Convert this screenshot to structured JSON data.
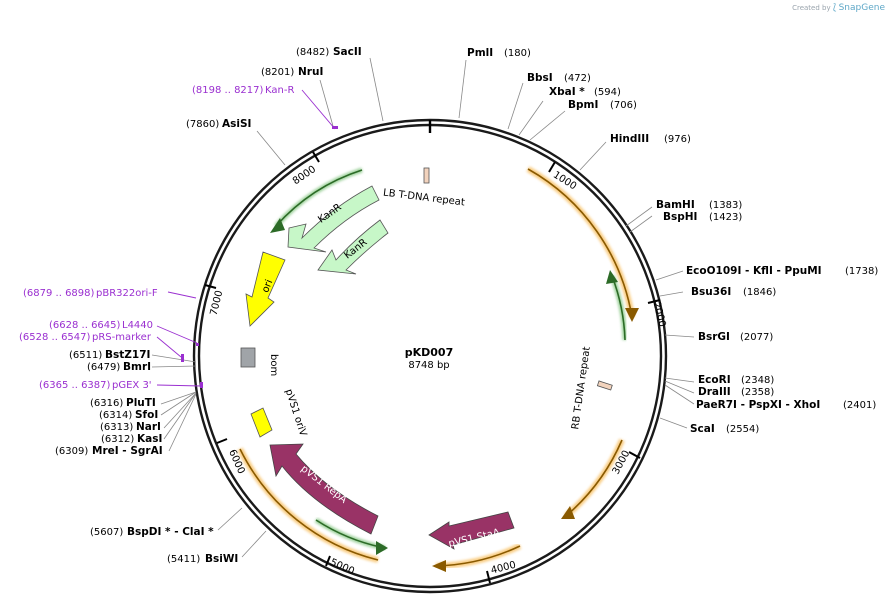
{
  "brand": {
    "prefix": "Created by",
    "logo": "SnapGene"
  },
  "plasmid": {
    "name": "pKD007",
    "size_label": "8748 bp",
    "length": 8748
  },
  "ticks": [
    "1000",
    "2000",
    "3000",
    "4000",
    "5000",
    "6000",
    "7000",
    "8000"
  ],
  "features": [
    {
      "label": "KanR",
      "type": "cds-arrow",
      "color": "#c7f7c8"
    },
    {
      "label": "KanR",
      "type": "cds-arrow",
      "color": "#c7f7c8"
    },
    {
      "label": "ori",
      "type": "cds-arrow",
      "color": "#ffff00"
    },
    {
      "label": "bom",
      "type": "box",
      "color": "#a0a4a8"
    },
    {
      "label": "pVS1 oriV",
      "type": "box",
      "color": "#ffff00"
    },
    {
      "label": "pVS1 RepA",
      "type": "cds-arrow",
      "color": "#993366"
    },
    {
      "label": "pVS1 StaA",
      "type": "cds-arrow",
      "color": "#993366"
    },
    {
      "label": "LB T-DNA repeat",
      "type": "box",
      "color": "#f2d3bd"
    },
    {
      "label": "RB T-DNA repeat",
      "type": "box",
      "color": "#f2d3bd"
    }
  ],
  "sites": [
    {
      "pos": "(8482)",
      "name": "SacII"
    },
    {
      "pos": "(180)",
      "name": "PmlI"
    },
    {
      "pos": "(8201)",
      "name": "NruI"
    },
    {
      "pos": "(472)",
      "name": "BbsI"
    },
    {
      "pos": "(594)",
      "name": "XbaI *"
    },
    {
      "pos": "(706)",
      "name": "BpmI"
    },
    {
      "pos": "(7860)",
      "name": "AsiSI"
    },
    {
      "pos": "(976)",
      "name": "HindIII"
    },
    {
      "pos": "(1383)",
      "name": "BamHI"
    },
    {
      "pos": "(1423)",
      "name": "BspHI"
    },
    {
      "pos": "(1738)",
      "name": "EcoO109I - KflI - PpuMI"
    },
    {
      "pos": "(1846)",
      "name": "Bsu36I"
    },
    {
      "pos": "(2077)",
      "name": "BsrGI"
    },
    {
      "pos": "(2348)",
      "name": "EcoRI"
    },
    {
      "pos": "(2358)",
      "name": "DraIII"
    },
    {
      "pos": "(2401)",
      "name": "PaeR7I - PspXI - XhoI"
    },
    {
      "pos": "(2554)",
      "name": "ScaI"
    },
    {
      "pos": "(6511)",
      "name": "BstZ17I"
    },
    {
      "pos": "(6479)",
      "name": "BmrI"
    },
    {
      "pos": "(6316)",
      "name": "PluTI"
    },
    {
      "pos": "(6314)",
      "name": "SfoI"
    },
    {
      "pos": "(6313)",
      "name": "NarI"
    },
    {
      "pos": "(6312)",
      "name": "KasI"
    },
    {
      "pos": "(6309)",
      "name": "MreI - SgrAI"
    },
    {
      "pos": "(5607)",
      "name": "BspDI * - ClaI *"
    },
    {
      "pos": "(5411)",
      "name": "BsiWI"
    }
  ],
  "primers": [
    {
      "range": "(8198 .. 8217)",
      "name": "Kan-R"
    },
    {
      "range": "(6879 .. 6898)",
      "name": "pBR322ori-F"
    },
    {
      "range": "(6628 .. 6645)",
      "name": "L4440"
    },
    {
      "range": "(6528 .. 6547)",
      "name": "pRS-marker"
    },
    {
      "range": "(6365 .. 6387)",
      "name": "pGEX 3'"
    }
  ],
  "colors": {
    "backbone": "#1a1a1a",
    "orf_orange": "#f5a623",
    "orf_green": "#44a840",
    "primer": "#9a2fd0"
  }
}
